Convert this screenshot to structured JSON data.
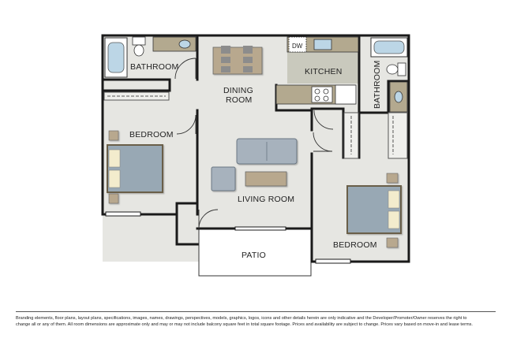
{
  "rooms": {
    "bathroom_left": "BATHROOM",
    "dining_room_line1": "DINING",
    "dining_room_line2": "ROOM",
    "kitchen": "KITCHEN",
    "bathroom_right": "BATHROOM",
    "bedroom_left": "BEDROOM",
    "living_room": "LIVING ROOM",
    "bedroom_right": "BEDROOM",
    "patio": "PATIO"
  },
  "appliances": {
    "dishwasher": "DW"
  },
  "colors": {
    "wall": "#1a1a1a",
    "floor": "#e6e6e2",
    "kitchen_floor": "#c9c9bd",
    "counter": "#b3a98f",
    "furniture_wood": "#b8a88e",
    "bed_blue": "#98a8b4",
    "sofa_blue": "#a7b2bd",
    "water_blue": "#bcd6e6"
  },
  "disclaimer": {
    "line1": "Branding elements, floor plans, layout plans, specifications, images, names, drawings, perspectives, models, graphics, logos, icons and other details herein are only indicative and the Developer/Promoter/Owner reserves the right to",
    "line2": "change all or any of them. All room dimensions are approximate only and may or may not include balcony square feet in total square footage. Prices and availability are subject to change. Prices vary based on move-in and lease terms."
  }
}
